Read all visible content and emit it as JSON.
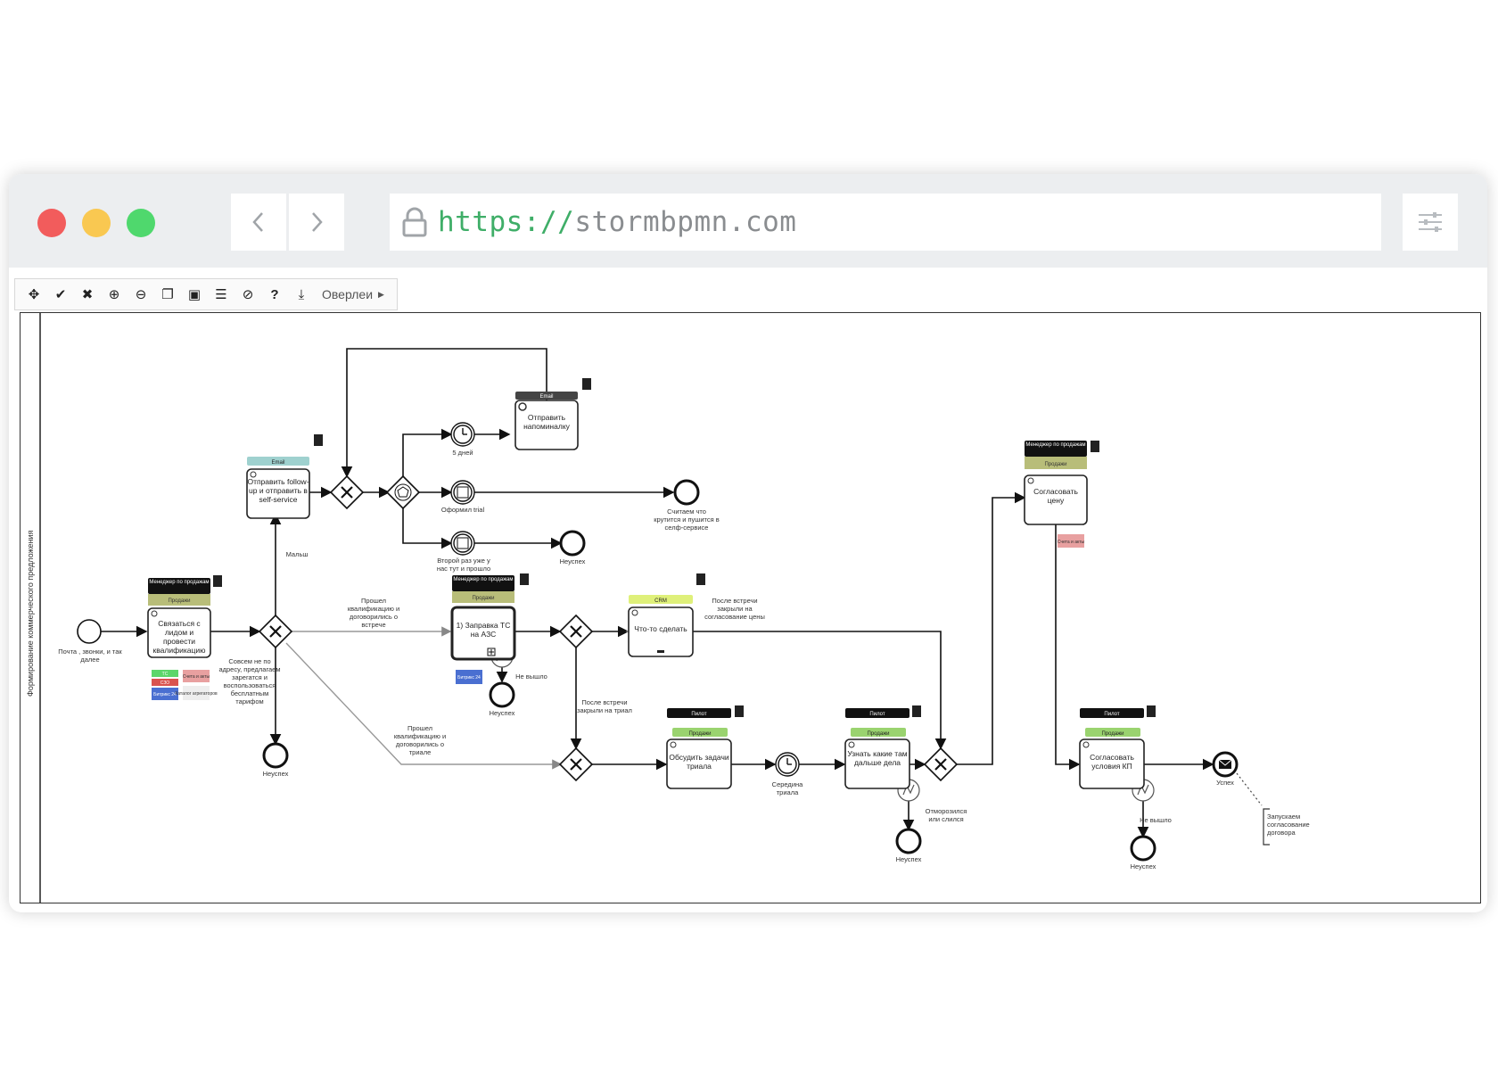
{
  "browser": {
    "url_scheme": "https://",
    "url_host": "stormbpmn.com"
  },
  "toolbar": {
    "overlay_label": "Оверлеи"
  },
  "diagram": {
    "pool_label": "Формирование коммерческого предложения",
    "start_label": "Почта , звонки, и так далее",
    "task_contact": "Связаться с лидом и провести квалификацию",
    "task_followup": "Отправить follow-up и отправить в self-service",
    "task_reminder": "Отправить напоминалку",
    "task_refuel": "1) Заправка ТС на АЗС",
    "task_todo": "Что-то сделать",
    "task_discuss": "Обсудить задачи триала",
    "task_learn": "Узнать какие там дальше дела",
    "task_agree_price": "Согласовать цену",
    "task_agree_terms": "Согласовать условия КП",
    "timer_5days": "5 дней",
    "cond_trial": "Оформил trial",
    "cond_second": "Второй раз уже у нас тут и прошло",
    "end_selfservice": "Считаем что крутится и пушится в селф-сервисе",
    "end_fail": "Неуспех",
    "end_success": "Успех",
    "flow_small": "Мальш",
    "flow_qualified_meeting": "Прошел квалификацию и договорились о встрече",
    "flow_qualified_trial": "Прошел квалификацию и договорились о триале",
    "flow_wrong": "Совсем не по адресу, предлагаем зарегатся и воспользоваться бесплатным тарифом",
    "flow_not_worked": "Не вышло",
    "flow_after_meeting_price": "После встречи закрыли на согласование цены",
    "flow_after_meeting_trial": "После встречи закрыли на триал",
    "flow_froze": "Отморозился или слился",
    "timer_mid_trial": "Середина триала",
    "annotation_contract": "Запускаем согласование договора",
    "role_sales_manager": "Менеджер по продажам",
    "role_sales": "Продажи",
    "role_pilot": "Пилот",
    "sys_crm": "CRM",
    "sys_email": "Email",
    "tag_tc": "TC",
    "tag_szo": "СЗО",
    "tag_bitrix": "Битрикс 24",
    "tag_catalog": "Каталог агрегаторов",
    "tag_invoice": "Счета и акты",
    "doc_invoice": "Счета и акты"
  }
}
